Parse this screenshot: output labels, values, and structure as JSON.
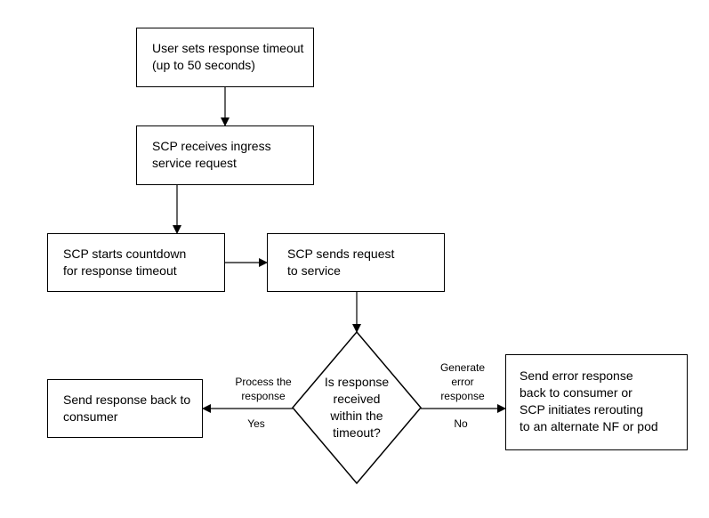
{
  "nodes": {
    "set_timeout": "User sets response timeout\n(up to 50 seconds)",
    "receive_request": "SCP receives ingress\nservice request",
    "start_countdown": "SCP starts countdown\nfor response timeout",
    "send_request": "SCP sends request\nto service",
    "decision": "Is response\nreceived\nwithin the\ntimeout?",
    "send_back": "Send response back to\nconsumer",
    "error_response": "Send error response\nback to consumer or\nSCP initiates rerouting\nto an alternate NF or pod"
  },
  "edges": {
    "yes_action": "Process the\nresponse",
    "yes_label": "Yes",
    "no_action": "Generate\nerror\nresponse",
    "no_label": "No"
  }
}
